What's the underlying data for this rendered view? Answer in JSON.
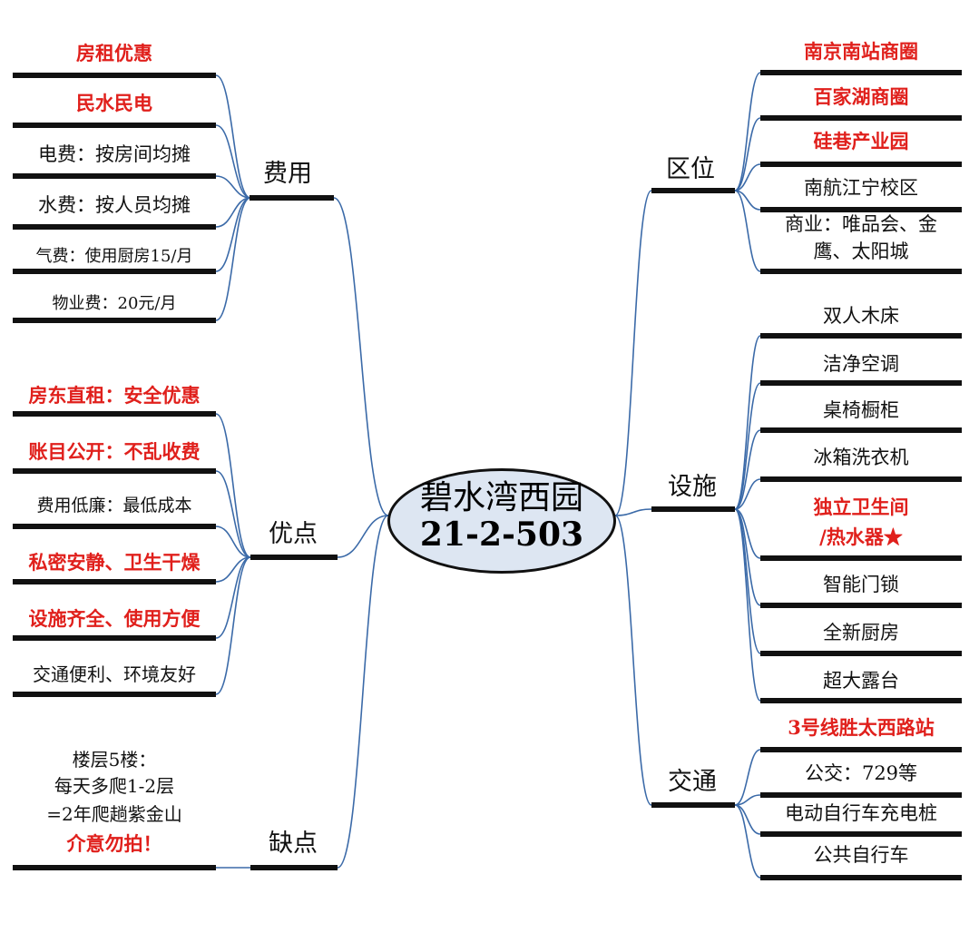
{
  "center": {
    "line1": "碧水湾西园",
    "line2": "21-2-503"
  },
  "branches": {
    "fees": {
      "label": "费用"
    },
    "pros": {
      "label": "优点"
    },
    "cons": {
      "label": "缺点"
    },
    "location": {
      "label": "区位"
    },
    "facilities": {
      "label": "设施"
    },
    "transport": {
      "label": "交通"
    }
  },
  "fees_items": [
    "房租优惠",
    "民水民电",
    "电费：按房间均摊",
    "水费：按人员均摊",
    "气费：使用厨房15/月",
    "物业费：20元/月"
  ],
  "pros_items": [
    "房东直租：安全优惠",
    "账目公开：不乱收费",
    "费用低廉：最低成本",
    "私密安静、卫生干燥",
    "设施齐全、使用方便",
    "交通便利、环境友好"
  ],
  "cons_item": {
    "line1": "楼层5楼：",
    "line2": "每天多爬1-2层",
    "line3": "=2年爬趟紫金山",
    "line4": "介意勿拍！"
  },
  "location_items": [
    "南京南站商圈",
    "百家湖商圈",
    "硅巷产业园",
    "南航江宁校区"
  ],
  "location_multi": {
    "line1": "商业：唯品会、金",
    "line2": "鹰、太阳城"
  },
  "facilities_items": [
    "双人木床",
    "洁净空调",
    "桌椅橱柜",
    "冰箱洗衣机"
  ],
  "facilities_bath": {
    "line1": "独立卫生间",
    "line2": "/热水器★"
  },
  "facilities_items2": [
    "智能门锁",
    "全新厨房",
    "超大露台"
  ],
  "transport_items": [
    "3号线胜太西路站",
    "公交：729等",
    "电动自行车充电桩",
    "公共自行车"
  ],
  "colors": {
    "highlight": "#e0201c",
    "line": "#3b6aa8",
    "center_fill": "#dde6f2"
  }
}
